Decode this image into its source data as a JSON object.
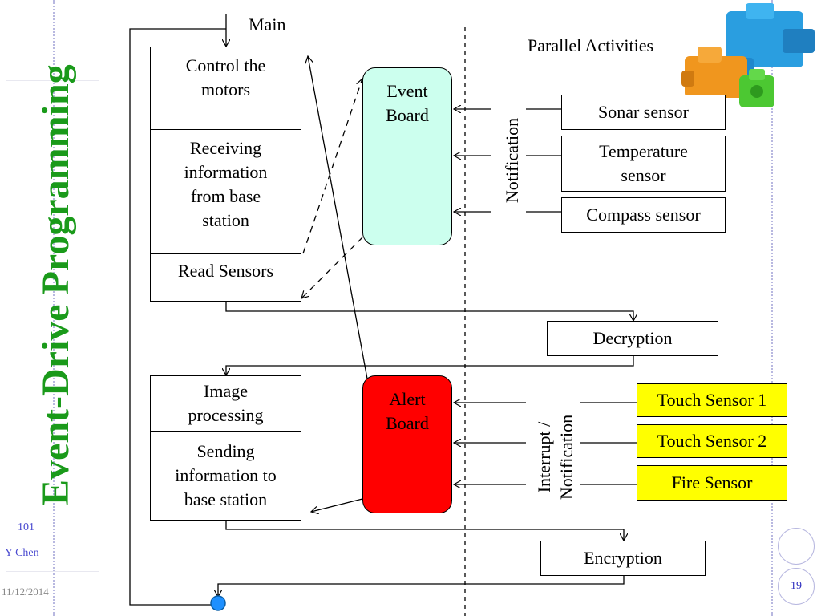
{
  "sidebar": {
    "title": "Event-Drive Programming",
    "course": "101",
    "author": "Y Chen",
    "date": "11/12/2014"
  },
  "page_number": "19",
  "diagram": {
    "main_label": "Main",
    "parallel_label": "Parallel Activities",
    "main_boxes": {
      "control_motors": "Control the motors",
      "receiving_info": "Receiving information from base station",
      "read_sensors": "Read Sensors",
      "image_processing": "Image processing",
      "sending_info": "Sending information to base station"
    },
    "event_board": "Event Board",
    "alert_board": "Alert Board",
    "notification_label": "Notification",
    "interrupt_label_line1": "Interrupt /",
    "interrupt_label_line2": "Notification",
    "sensors": {
      "sonar": "Sonar sensor",
      "temperature": "Temperature sensor",
      "compass": "Compass sensor"
    },
    "alert_sensors": {
      "touch1": "Touch Sensor 1",
      "touch2": "Touch Sensor 2",
      "fire": "Fire Sensor"
    },
    "decryption": "Decryption",
    "encryption": "Encryption"
  },
  "colors": {
    "title_green": "#1a9a1a",
    "event_board_fill": "#ccffee",
    "alert_board_fill": "#ff0000",
    "alert_sensor_fill": "#ffff00",
    "end_node": "#1e90ff"
  }
}
